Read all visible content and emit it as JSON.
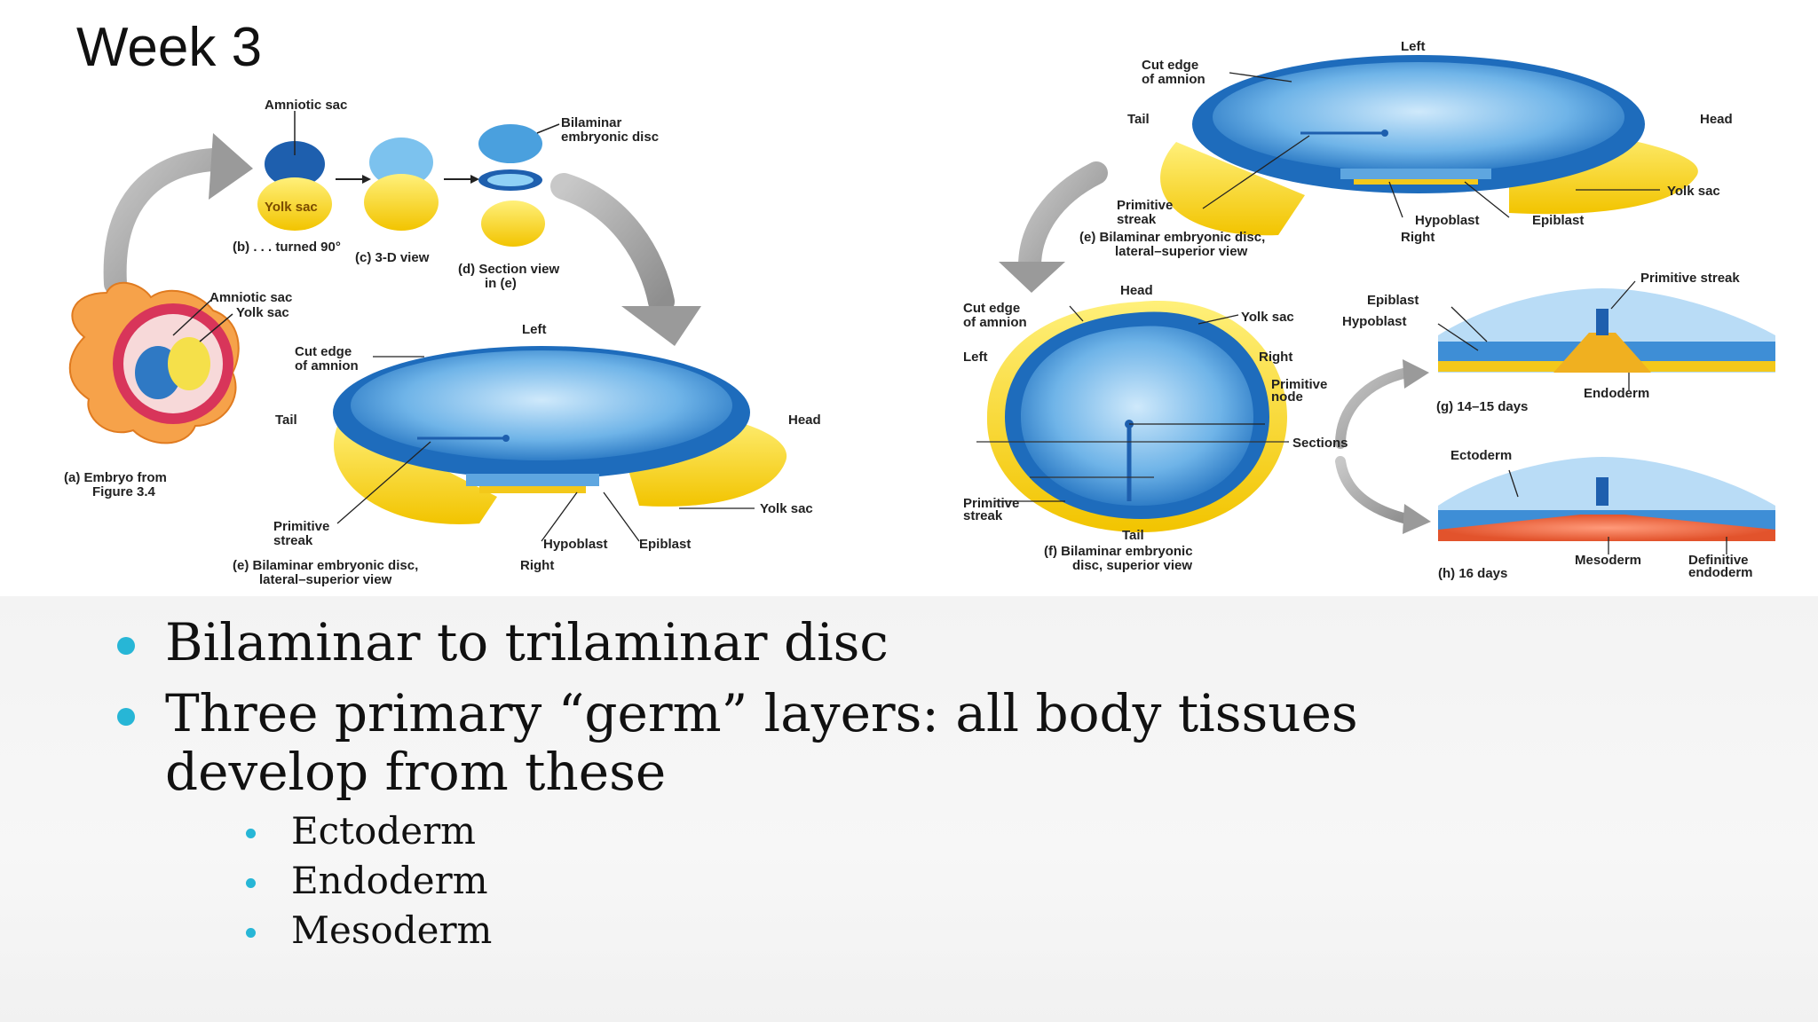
{
  "slide": {
    "title": "Week 3",
    "bullets": [
      {
        "text": "Bilaminar to trilaminar disc"
      },
      {
        "text": "Three primary “germ” layers:  all body tissues",
        "text2": "develop from these"
      }
    ],
    "subbullets": [
      "Ectoderm",
      "Endoderm",
      "Mesoderm"
    ]
  },
  "figure": {
    "left": {
      "amniotic_sac": "Amniotic sac",
      "bilaminar_embryonic_disc_1": "Bilaminar",
      "bilaminar_embryonic_disc_2": "embryonic disc",
      "yolk_sac_inner": "Yolk sac",
      "b_caption": "(b) . . . turned 90°",
      "c_caption": "(c) 3-D view",
      "d_caption_1": "(d) Section view",
      "d_caption_2": "in (e)",
      "a_amniotic_sac": "Amniotic sac",
      "a_yolk_sac": "Yolk sac",
      "a_caption_1": "(a) Embryo from",
      "a_caption_2": "Figure 3.4",
      "cut_edge_1": "Cut edge",
      "cut_edge_2": "of amnion",
      "left": "Left",
      "tail": "Tail",
      "head": "Head",
      "primitive_streak_1": "Primitive",
      "primitive_streak_2": "streak",
      "yolk_sac": "Yolk sac",
      "hypoblast": "Hypoblast",
      "epiblast": "Epiblast",
      "right": "Right",
      "e_caption_1": "(e) Bilaminar embryonic disc,",
      "e_caption_2": "lateral–superior view"
    },
    "right": {
      "cut_edge_1": "Cut edge",
      "cut_edge_2": "of amnion",
      "left": "Left",
      "tail": "Tail",
      "head": "Head",
      "yolk_sac": "Yolk sac",
      "primitive_streak_1": "Primitive",
      "primitive_streak_2": "streak",
      "hypoblast": "Hypoblast",
      "epiblast": "Epiblast",
      "e_caption_1": "(e) Bilaminar embryonic disc,",
      "e_caption_2": "lateral–superior view",
      "right_label": "Right",
      "f_head": "Head",
      "f_cut_edge_1": "Cut edge",
      "f_cut_edge_2": "of amnion",
      "f_yolk_sac": "Yolk sac",
      "f_left": "Left",
      "f_right": "Right",
      "f_primitive_node_1": "Primitive",
      "f_primitive_node_2": "node",
      "f_sections": "Sections",
      "f_primitive_streak_1": "Primitive",
      "f_primitive_streak_2": "streak",
      "f_tail": "Tail",
      "f_caption_1": "(f) Bilaminar embryonic",
      "f_caption_2": "disc, superior view",
      "g_epiblast": "Epiblast",
      "g_hypoblast": "Hypoblast",
      "g_primitive_streak": "Primitive streak",
      "g_endoderm": "Endoderm",
      "g_caption": "(g) 14–15 days",
      "h_ectoderm": "Ectoderm",
      "h_mesoderm": "Mesoderm",
      "h_definitive_1": "Definitive",
      "h_definitive_2": "endoderm",
      "h_caption": "(h) 16 days"
    }
  }
}
